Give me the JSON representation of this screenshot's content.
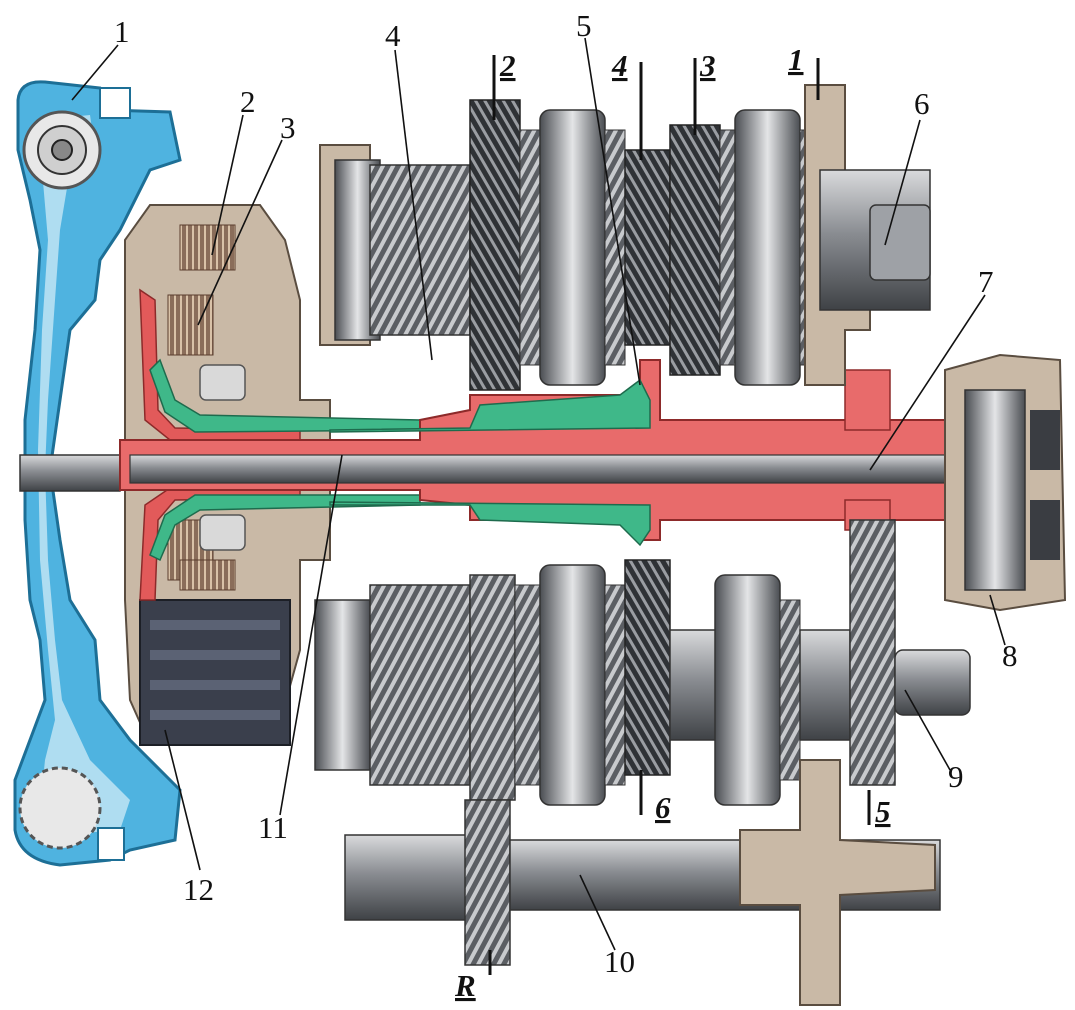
{
  "diagram": {
    "callouts": [
      "1",
      "2",
      "3",
      "4",
      "5",
      "6",
      "7",
      "8",
      "9",
      "10",
      "11",
      "12"
    ],
    "gear_labels": [
      "2",
      "4",
      "3",
      "1",
      "6",
      "5",
      "R"
    ]
  },
  "colors": {
    "housing_blue": "#4fb3e0",
    "clutch_red": "#e25a5a",
    "shaft_red": "#e86b6b",
    "shaft_green": "#3fb889",
    "casting_beige": "#c9b9a6",
    "gear_steel": "#6f7378",
    "gear_dark": "#3a3d42"
  }
}
